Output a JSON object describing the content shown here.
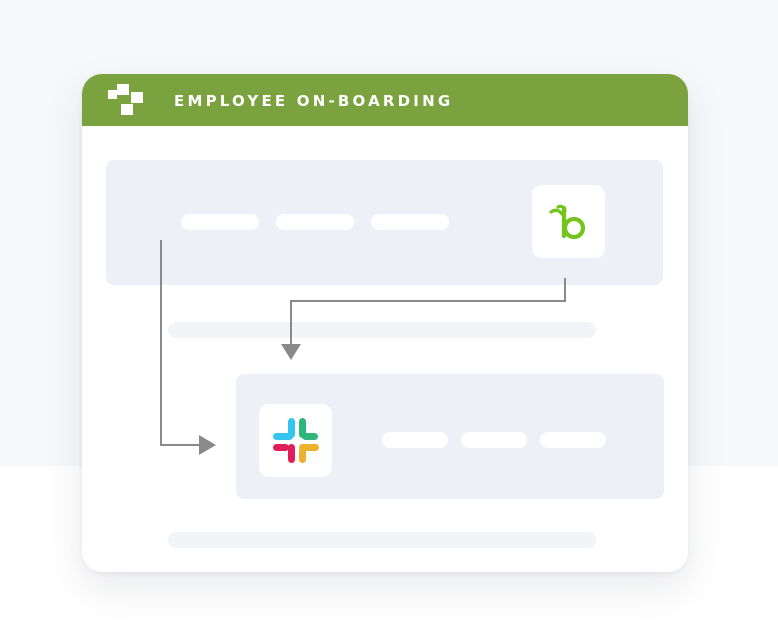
{
  "header": {
    "title": "EMPLOYEE ON-BOARDING",
    "logo_icon": "boxes-logo-icon"
  },
  "apps": {
    "source": {
      "name": "BambooHR",
      "icon": "bamboohr-icon"
    },
    "target": {
      "name": "Slack",
      "icon": "slack-icon"
    }
  },
  "colors": {
    "header": "#7aa23e",
    "panel": "#edf1f7",
    "placeholder": "#f2f4f8",
    "connector": "#8a8a8a",
    "bamboohr": "#73c41d",
    "slack_blue": "#36c5f0",
    "slack_green": "#2eb67d",
    "slack_red": "#e01e5a",
    "slack_yellow": "#ecb22e"
  }
}
